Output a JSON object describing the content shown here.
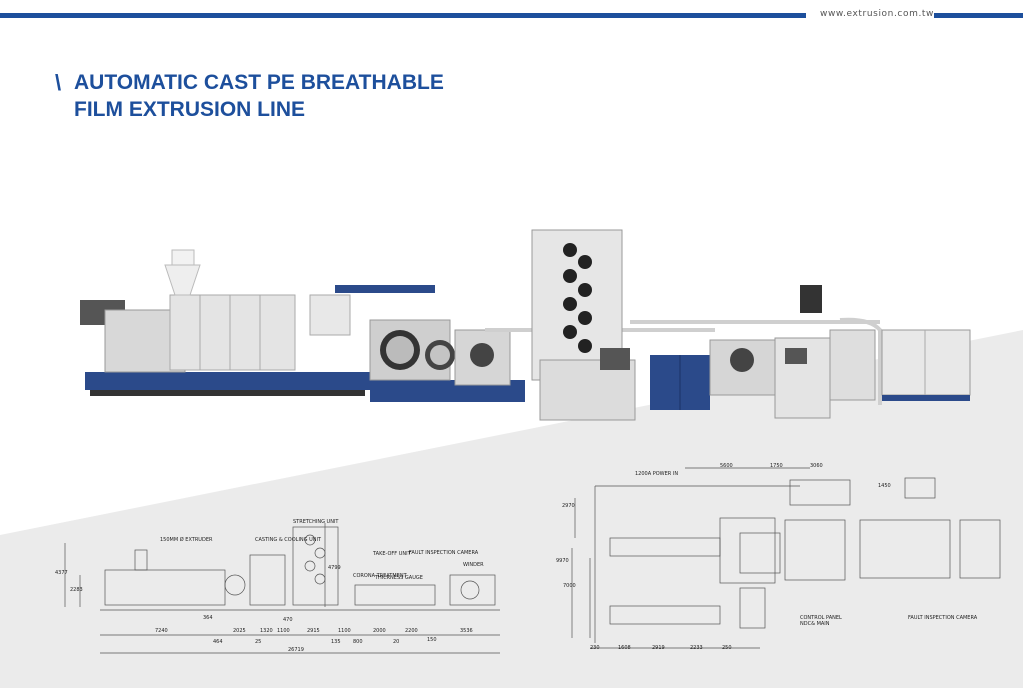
{
  "header": {
    "website": "www.extrusion.com.tw",
    "accent_color": "#1d4f9c"
  },
  "title": {
    "slash": "\\",
    "line1": "AUTOMATIC CAST PE BREATHABLE",
    "line2": "FILM EXTRUSION LINE"
  },
  "drawing_left": {
    "labels": {
      "extruder": "150MM Ø EXTRUDER",
      "casting": "CASTING & COOLING UNIT",
      "stretching": "STRETCHING UNIT",
      "takeoff": "TAKE-OFF UNIT",
      "inspection": "FAULT INSPECTION CAMERA",
      "winder": "WINDER",
      "corona": "CORONA TREATMENT",
      "gauge": "THICKNESS GAUGE"
    },
    "dims": {
      "h_4377": "4377",
      "h_2283": "2283",
      "h_4799": "4799",
      "d_7240": "7240",
      "d_364": "364",
      "d_2025": "2025",
      "d_1320": "1320",
      "d_1100": "1100",
      "d_470": "470",
      "d_2915": "2915",
      "d_1100b": "1100",
      "d_2000": "2000",
      "d_2200": "2200",
      "d_3536": "3536",
      "d_464": "464",
      "d_25": "25",
      "d_135": "135",
      "d_800": "800",
      "d_20": "20",
      "d_150": "150",
      "d_total": "26719"
    }
  },
  "drawing_right": {
    "labels": {
      "power": "1200A POWER IN",
      "control": "CONTROL PANEL",
      "ndc": "NDC& MAIN",
      "fault": "FAULT INSPECTION CAMERA"
    },
    "dims": {
      "top_5600": "5600",
      "top_1750": "1750",
      "top_3060": "3060",
      "v_2970": "2970",
      "v_1450": "1450",
      "v_9970": "9970",
      "v_7000": "7000",
      "b_230": "230",
      "b_1608": "1608",
      "b_2919": "2919",
      "b_2233": "2233",
      "b_250": "250"
    }
  }
}
